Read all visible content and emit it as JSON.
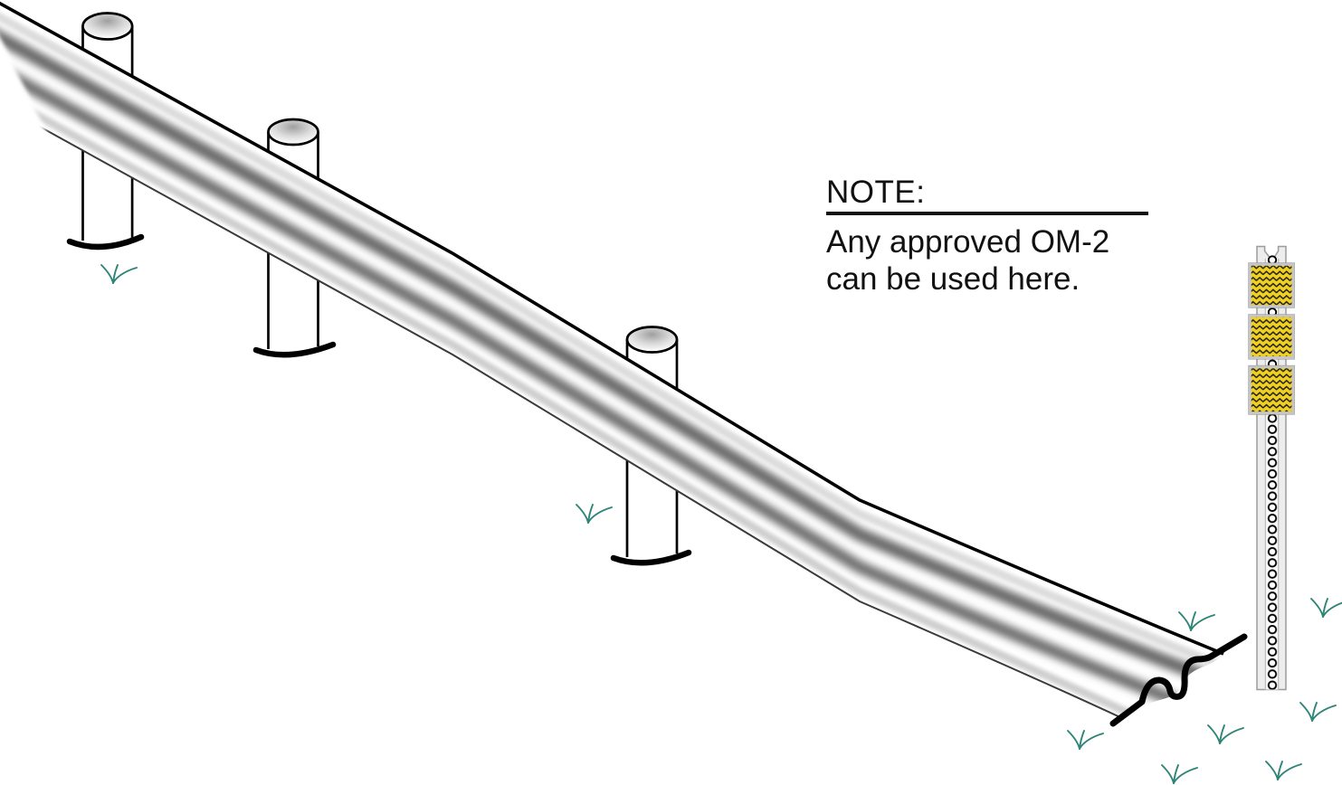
{
  "note": {
    "heading": "NOTE:",
    "body_line1": "Any approved OM-2",
    "body_line2": "can be used here."
  },
  "scene": {
    "guardrail": "w-beam-guardrail-end-section-sloped-to-ground",
    "guardrail_post_count": 3,
    "object_marker": "OM-2",
    "marker_panel_count": 3,
    "grass_tuft_count": 9
  },
  "colors": {
    "background": "#ffffff",
    "line_black": "#000000",
    "rail_shadow_gray": "#696969",
    "grass_teal": "#2e8577",
    "marker_panel_yellow": "#f1d120",
    "marker_panel_border": "#c6c6c6",
    "marker_post_gray": "#ededed"
  }
}
